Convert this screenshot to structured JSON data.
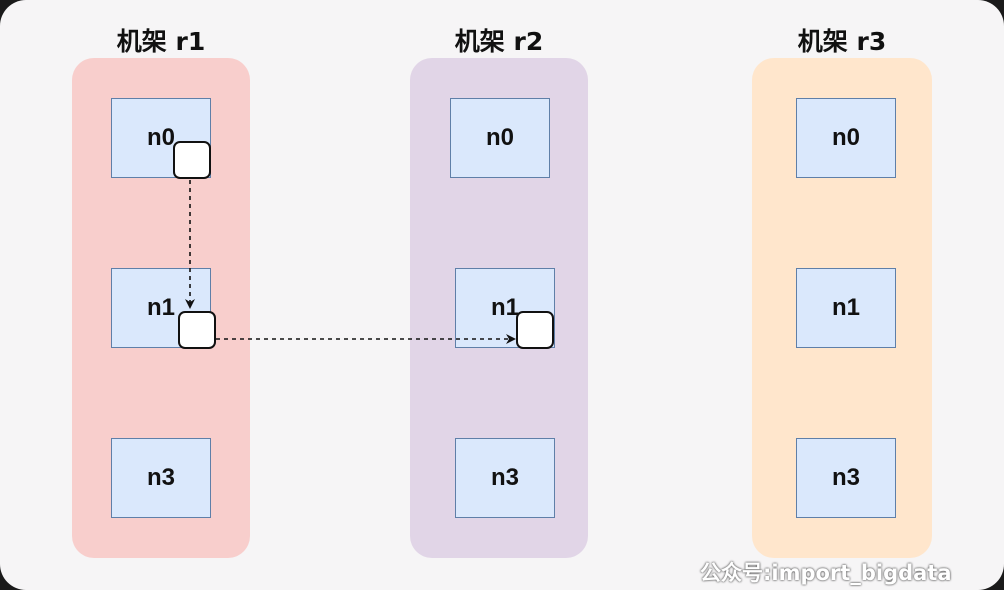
{
  "diagram": {
    "racks": [
      {
        "title": "机架 r1",
        "color": "#f8cecc",
        "nodes": [
          "n0",
          "n1",
          "n3"
        ]
      },
      {
        "title": "机架 r2",
        "color": "#e1d5e7",
        "nodes": [
          "n0",
          "n1",
          "n3"
        ]
      },
      {
        "title": "机架 r3",
        "color": "#ffe6cc",
        "nodes": [
          "n0",
          "n1",
          "n3"
        ]
      }
    ],
    "node_color": "#dae8fc",
    "edges": [
      {
        "from": "r1.n0",
        "to": "r1.n1",
        "style": "dashed"
      },
      {
        "from": "r1.n1",
        "to": "r2.n1",
        "style": "dashed"
      }
    ]
  },
  "watermark": "公众号:import_bigdata"
}
